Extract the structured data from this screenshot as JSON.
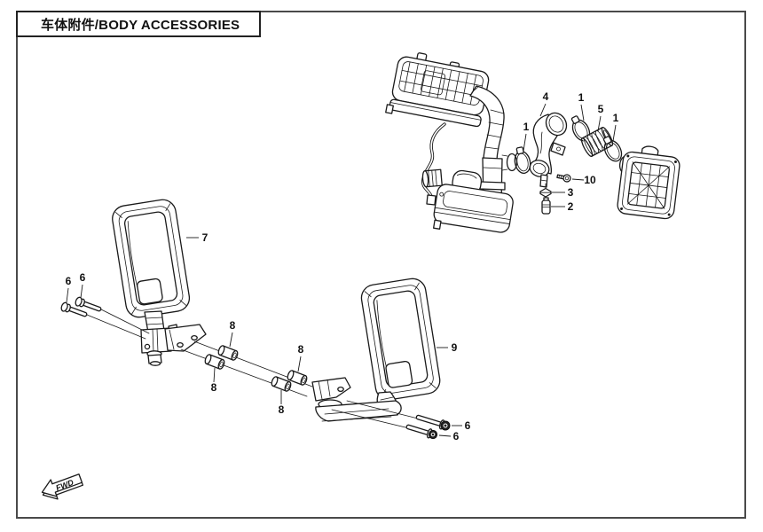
{
  "page": {
    "title": "车体附件/BODY ACCESSORIES",
    "background": "#ffffff",
    "line_color": "#1a1a1a"
  },
  "diagram": {
    "fwd_label": "FWD",
    "callouts": [
      {
        "label": "4"
      },
      {
        "label": "1"
      },
      {
        "label": "5"
      },
      {
        "label": "1"
      },
      {
        "label": "1"
      },
      {
        "label": "10"
      },
      {
        "label": "3"
      },
      {
        "label": "2"
      },
      {
        "label": "7"
      },
      {
        "label": "6"
      },
      {
        "label": "6"
      },
      {
        "label": "8"
      },
      {
        "label": "8"
      },
      {
        "label": "8"
      },
      {
        "label": "8"
      },
      {
        "label": "9"
      },
      {
        "label": "6"
      },
      {
        "label": "6"
      }
    ]
  }
}
